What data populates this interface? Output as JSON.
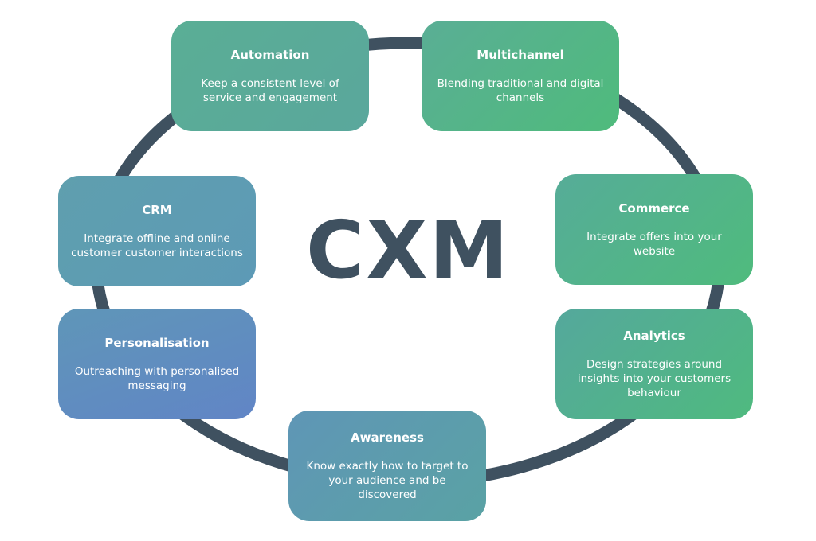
{
  "center": {
    "title": "CXM"
  },
  "colors": {
    "ring": "#3f5160",
    "card_green": "#4fba7e",
    "card_teal": "#5aa89b",
    "card_blue": "#6088c4",
    "text": "#ffffff"
  },
  "cards": [
    {
      "id": "automation",
      "title": "Automation",
      "desc": "Keep a consistent level of service and engagement"
    },
    {
      "id": "multichannel",
      "title": "Multichannel",
      "desc": "Blending traditional and digital channels"
    },
    {
      "id": "crm",
      "title": "CRM",
      "desc": "Integrate offline and online customer customer interactions"
    },
    {
      "id": "commerce",
      "title": "Commerce",
      "desc": "Integrate offers into your website"
    },
    {
      "id": "personalisation",
      "title": "Personalisation",
      "desc": "Outreaching with personalised messaging"
    },
    {
      "id": "analytics",
      "title": "Analytics",
      "desc": "Design strategies around insights into your customers behaviour"
    },
    {
      "id": "awareness",
      "title": "Awareness",
      "desc": "Know exactly how to target to your audience and be discovered"
    }
  ]
}
